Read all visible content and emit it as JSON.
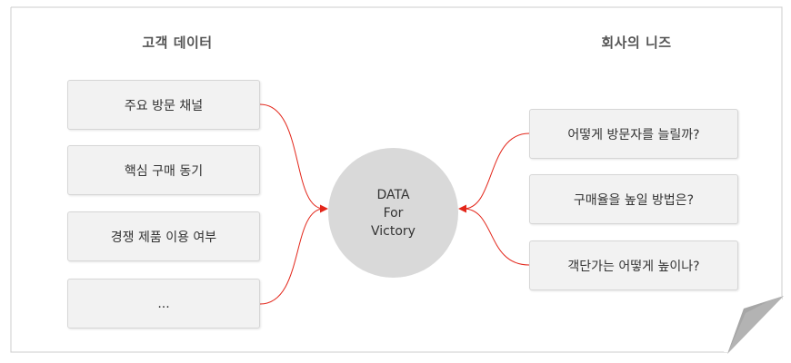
{
  "diagram": {
    "left_title": "고객 데이터",
    "right_title": "회사의 니즈",
    "left_items": [
      "주요 방문 채널",
      "핵심 구매 동기",
      "경쟁 제품 이용 여부",
      "..."
    ],
    "right_items": [
      "어떻게 방문자를 늘릴까?",
      "구매율을 높일 방법은?",
      "객단가는 어떻게 높이나?"
    ],
    "center_lines": [
      "DATA",
      "For",
      "Victory"
    ]
  },
  "colors": {
    "connector": "#e3261a",
    "box_fill": "#f2f2f2",
    "circle_fill": "#d9d9d9",
    "frame_border": "#cccccc",
    "page_curl": "#b3b3b3"
  }
}
